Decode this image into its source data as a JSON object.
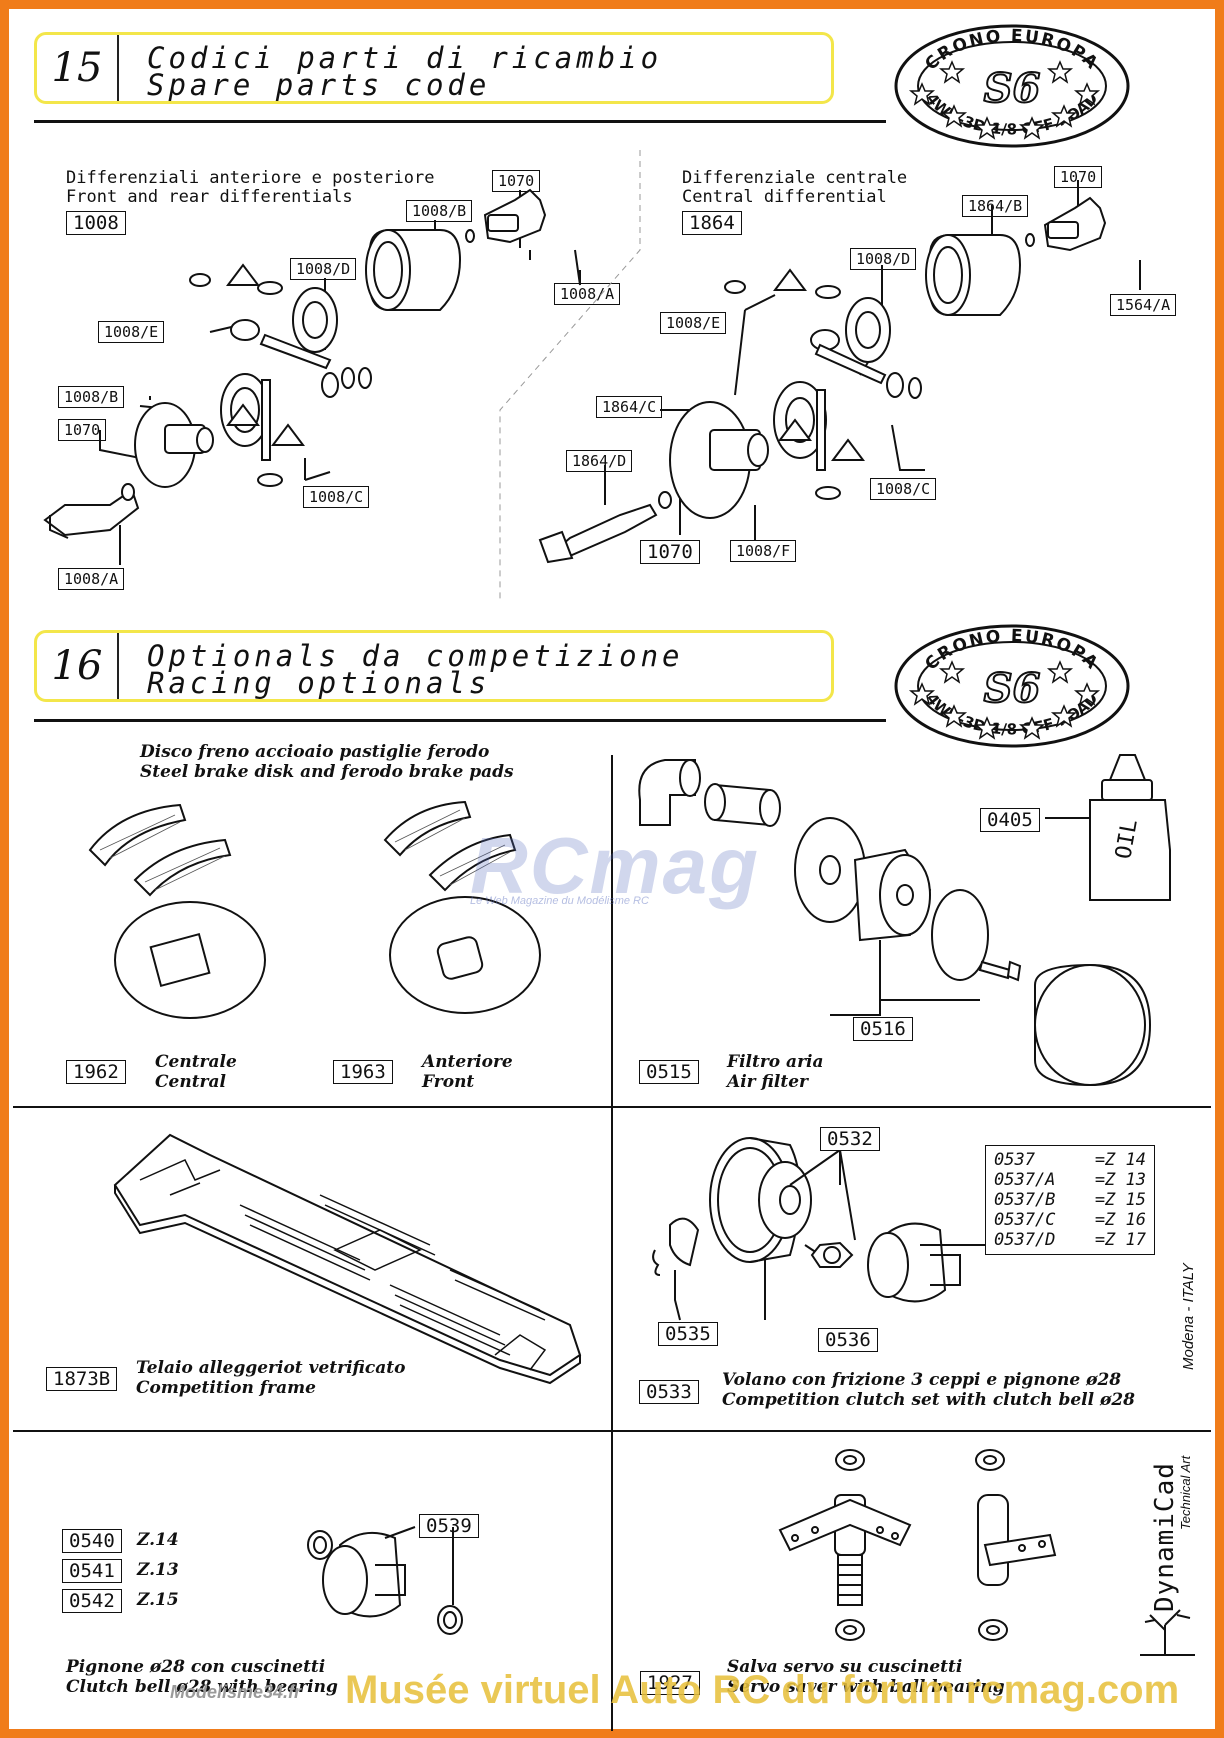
{
  "section15": {
    "number": "15",
    "title_it": "Codici parti di ricambio",
    "title_en": "Spare parts code",
    "front_rear": {
      "caption_it": "Differenziali anteriore e posteriore",
      "caption_en": "Front and rear differentials",
      "kit_code": "1008",
      "parts": [
        "1070",
        "1008/B",
        "1008/D",
        "1008/E",
        "1008/A",
        "1008/B",
        "1070",
        "1008/C",
        "1008/A"
      ]
    },
    "central": {
      "caption_it": "Differenziale centrale",
      "caption_en": "Central differential",
      "kit_code": "1864",
      "parts": [
        "1070",
        "1864/B",
        "1008/D",
        "1008/E",
        "1564/A",
        "1864/C",
        "1864/D",
        "1008/C",
        "1070",
        "1008/F"
      ]
    }
  },
  "section16": {
    "number": "16",
    "title_it": "Optionals da competizione",
    "title_en": "Racing optionals"
  },
  "logo": {
    "top_text": "CRONO EUROPA",
    "model": "S6",
    "bottom_text": "4WD-3D-1/8 OFF ROAD"
  },
  "brakes": {
    "caption_it": "Disco freno accioaio pastiglie ferodo",
    "caption_en": "Steel brake disk and ferodo brake pads",
    "central_code": "1962",
    "central_it": "Centrale",
    "central_en": "Central",
    "front_code": "1963",
    "front_it": "Anteriore",
    "front_en": "Front"
  },
  "airfilter": {
    "code": "0515",
    "caption_it": "Filtro aria",
    "caption_en": "Air filter",
    "oil_code": "0405",
    "oil_label": "OIL",
    "element_code": "0516"
  },
  "chassis": {
    "code": "1873B",
    "caption_it": "Telaio alleggeriot vetrificato",
    "caption_en": "Competition frame"
  },
  "clutch": {
    "code": "0533",
    "caption_it": "Volano con frizione 3 ceppi e pignone ø28",
    "caption_en": "Competition clutch set with clutch bell ø28",
    "part_0532": "0532",
    "part_0535": "0535",
    "part_0536": "0536",
    "teeth_table": [
      {
        "code": "0537",
        "z": "=Z 14"
      },
      {
        "code": "0537/A",
        "z": "=Z 13"
      },
      {
        "code": "0537/B",
        "z": "=Z 15"
      },
      {
        "code": "0537/C",
        "z": "=Z 16"
      },
      {
        "code": "0537/D",
        "z": "=Z 17"
      }
    ]
  },
  "pinion": {
    "items": [
      {
        "code": "0540",
        "z": "Z.14"
      },
      {
        "code": "0541",
        "z": "Z.13"
      },
      {
        "code": "0542",
        "z": "Z.15"
      }
    ],
    "bearing_code": "0539",
    "caption_it": "Pignone ø28 con cuscinetti",
    "caption_en": "Clutch bell ø28 with bearing"
  },
  "servo": {
    "code": "1927",
    "caption_it": "Salva servo su cuscinetti",
    "caption_en": "Servo saver with ball bearing"
  },
  "credits": {
    "location": "Modena - ITALY",
    "brand": "DynamiCad",
    "sub": "Technical Art",
    "watermark_brand": "RCmag",
    "watermark_tagline": "Le Web Magazine du Modélisme RC",
    "footer": "Musée virtuel Auto RC du forum rcmag.com",
    "site": "Modelisme34.fr"
  }
}
